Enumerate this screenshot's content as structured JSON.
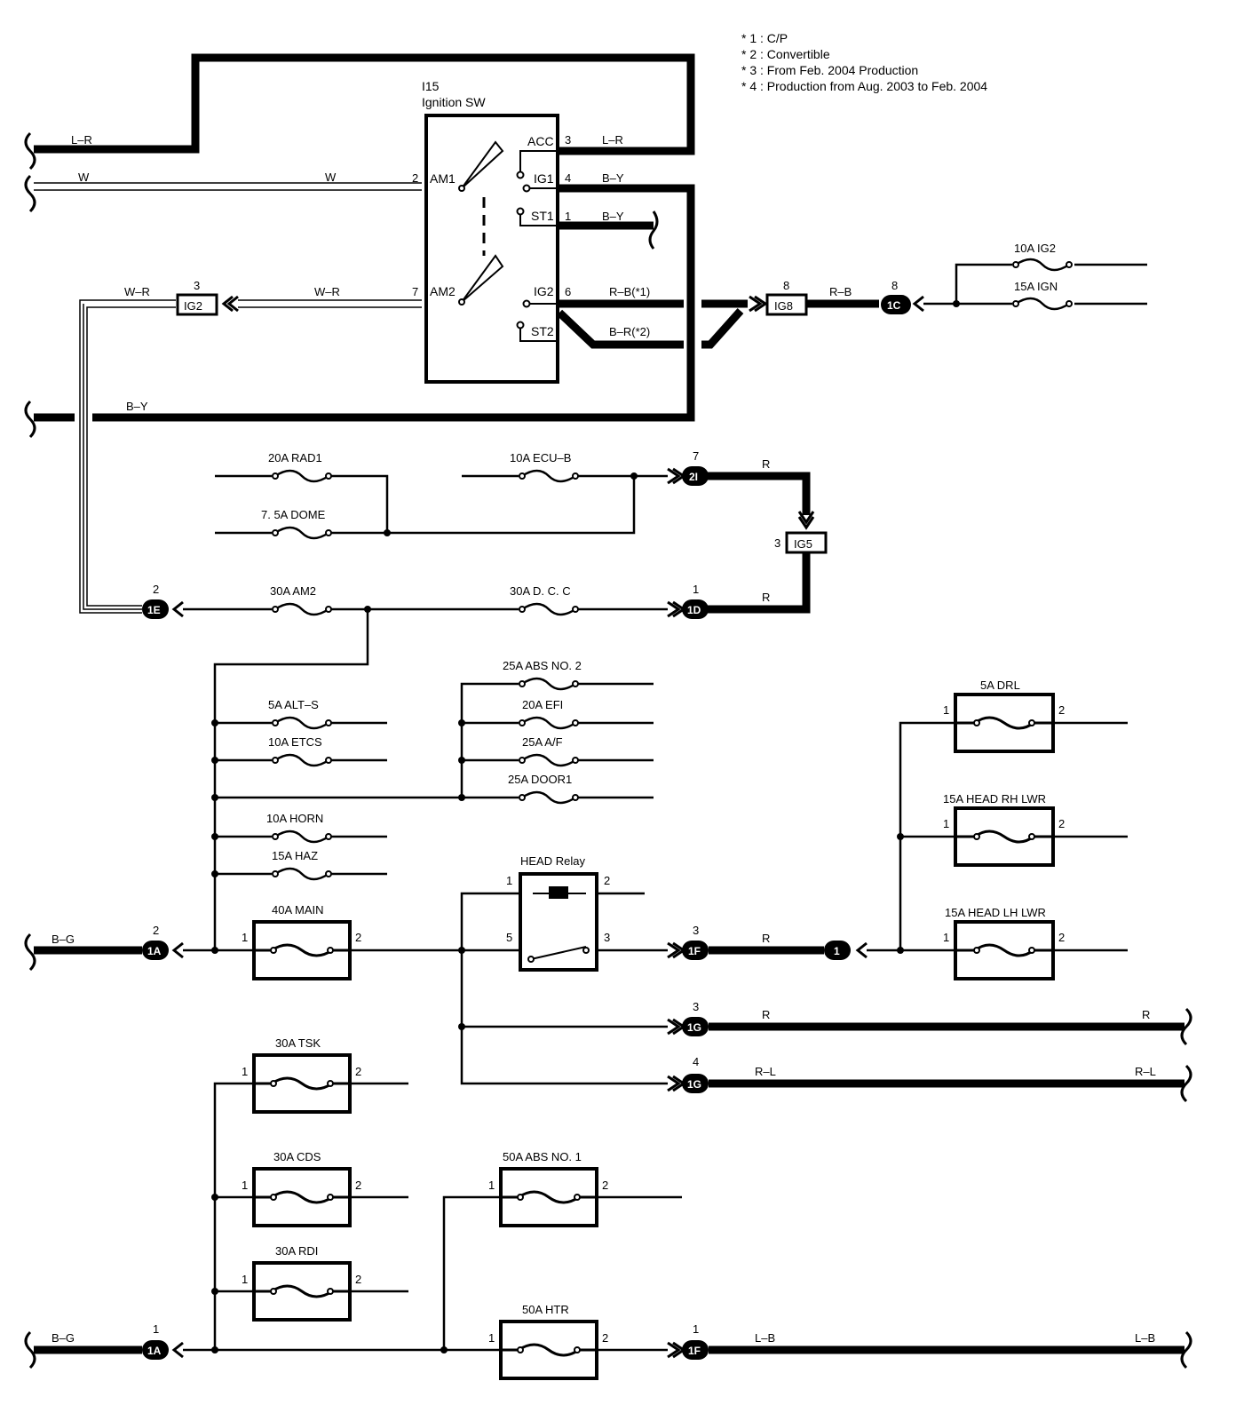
{
  "notes": [
    "* 1 : C/P",
    "* 2 : Convertible",
    "* 3 : From Feb.  2004 Production",
    "* 4 : Production from Aug.  2003 to Feb.  2004"
  ],
  "ignition_switch": {
    "code": "I15",
    "name": "Ignition SW",
    "terminals": {
      "acc": "ACC",
      "ig1": "IG1",
      "st1": "ST1",
      "am1": "AM1",
      "am2": "AM2",
      "ig2": "IG2",
      "st2": "ST2"
    },
    "pins": {
      "acc": "3",
      "ig1": "4",
      "st1": "1",
      "am1": "2",
      "am2": "7",
      "ig2": "6"
    }
  },
  "wires": {
    "l_r": "L–R",
    "w": "W",
    "w_r": "W–R",
    "b_y": "B–Y",
    "r_b": "R–B",
    "r_b_1": "R–B(*1)",
    "b_r_2": "B–R(*2)",
    "r": "R",
    "r_l": "R–L",
    "b_g": "B–G",
    "l_b": "L–B"
  },
  "connectors": {
    "ig2": {
      "id": "IG2",
      "pin": "3"
    },
    "ig8": {
      "id": "IG8",
      "pin": "8"
    },
    "ig5": {
      "id": "IG5",
      "pin": "3"
    },
    "c1c": {
      "id": "1C",
      "pin": "8"
    },
    "c2i": {
      "id": "2I",
      "pin": "7"
    },
    "c1e": {
      "id": "1E",
      "pin": "2"
    },
    "c1d": {
      "id": "1D",
      "pin": "1"
    },
    "c1a_top": {
      "id": "1A",
      "pin": "2"
    },
    "c1f_top": {
      "id": "1F",
      "pin": "3"
    },
    "c1_small": {
      "id": "1"
    },
    "c1g_3": {
      "id": "1G",
      "pin": "3"
    },
    "c1g_4": {
      "id": "1G",
      "pin": "4"
    },
    "c1a_bot": {
      "id": "1A",
      "pin": "1"
    },
    "c1f_bot": {
      "id": "1F",
      "pin": "1"
    }
  },
  "fuses": {
    "ig2_10a": "10A IG2",
    "ign_15a": "15A IGN",
    "rad1": "20A RAD1",
    "dome": "7. 5A DOME",
    "ecu_b": "10A ECU–B",
    "am2": "30A AM2",
    "dcc": "30A D. C. C",
    "abs2": "25A ABS NO. 2",
    "efi": "20A EFI",
    "af": "25A A/F",
    "door1": "25A DOOR1",
    "alt_s": "5A ALT–S",
    "etcs": "10A ETCS",
    "horn": "10A HORN",
    "haz": "15A HAZ",
    "main": "40A MAIN",
    "drl": "5A DRL",
    "head_rh": "15A HEAD RH LWR",
    "head_lh": "15A HEAD LH LWR",
    "tsk": "30A TSK",
    "cds": "30A CDS",
    "rdi": "30A RDI",
    "abs1": "50A ABS NO. 1",
    "htr": "50A HTR"
  },
  "relay": {
    "name": "HEAD Relay",
    "pins": [
      "1",
      "2",
      "5",
      "3"
    ]
  },
  "pin_labels": {
    "one": "1",
    "two": "2"
  }
}
